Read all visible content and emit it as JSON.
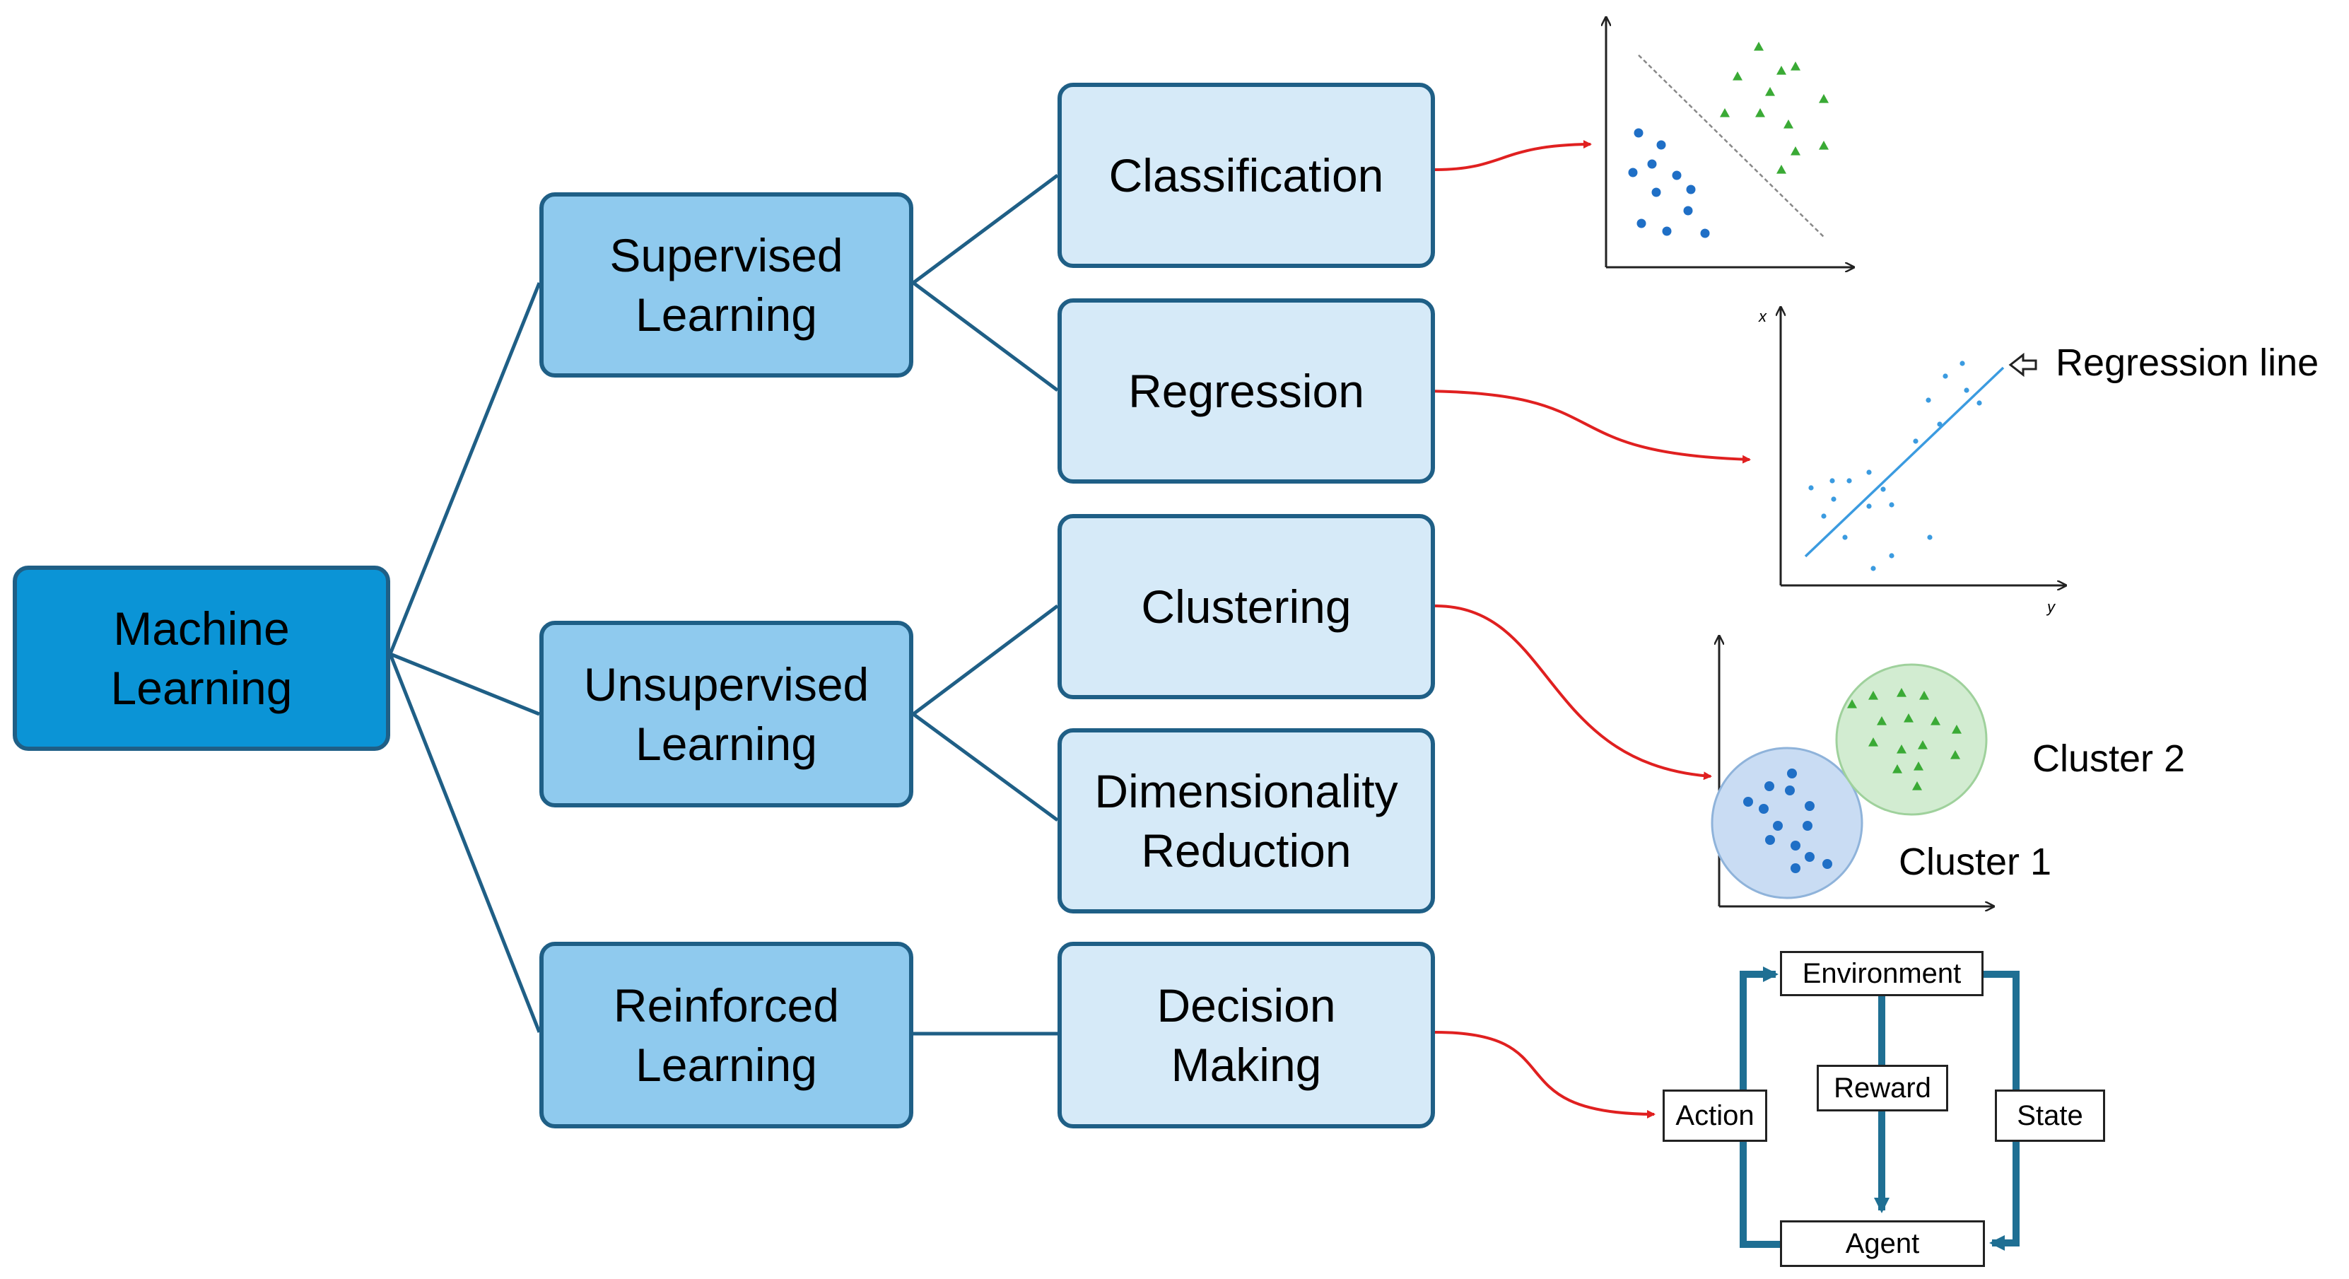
{
  "root": {
    "label": "Machine\nLearning",
    "color": "#0b94d6"
  },
  "categories": [
    {
      "label": "Supervised\nLearning"
    },
    {
      "label": "Unsupervised\nLearning"
    },
    {
      "label": "Reinforced\nLearning"
    }
  ],
  "tasks": [
    {
      "label": "Classification"
    },
    {
      "label": "Regression"
    },
    {
      "label": "Clustering"
    },
    {
      "label": "Dimensionality\nReduction"
    },
    {
      "label": "Decision\nMaking"
    }
  ],
  "regression_plot": {
    "line_label": "Regression line",
    "x_axis": "y",
    "y_axis": "x"
  },
  "clustering_plot": {
    "cluster1": "Cluster 1",
    "cluster2": "Cluster 2"
  },
  "rl_loop": {
    "environment": "Environment",
    "reward": "Reward",
    "action": "Action",
    "state": "State",
    "agent": "Agent"
  },
  "colors": {
    "category": "#8fcaee",
    "task": "#d6eaf8",
    "border": "#1f5f86",
    "connector": "#e02020",
    "blue_points": "#1f6fc6",
    "green_points": "#3aaa35"
  }
}
